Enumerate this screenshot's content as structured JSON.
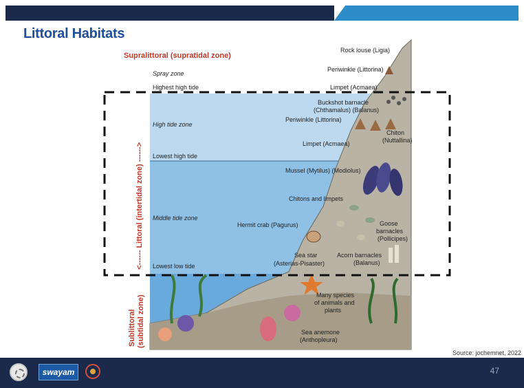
{
  "slide": {
    "title": "Littoral Habitats",
    "source": "Source: jochemnet, 2022",
    "page_number": "47",
    "footer_logo_text": "swayam"
  },
  "diagram": {
    "zones": {
      "supralittoral": "Supralittoral (supratidal zone)",
      "littoral": "<------ Littoral (intertidal zone) ------>",
      "sublittoral_line1": "Sublittoral",
      "sublittoral_line2": "(subtidal zone)"
    },
    "levels": {
      "spray_zone": "Spray zone",
      "highest_high_tide": "Highest high tide",
      "high_tide_zone": "High tide zone",
      "lowest_high_tide": "Lowest high tide",
      "middle_tide_zone": "Middle tide zone",
      "lowest_low_tide": "Lowest low tide"
    },
    "organisms": {
      "rock_louse": "Rock louse (Ligia)",
      "periwinkle_top": "Periwinkle (Littorina)",
      "limpet_top": "Limpet (Acmaea)",
      "buckshot_barnacle_1": "Buckshot barnacle",
      "buckshot_barnacle_2": "(Chthamalus) (Balanus)",
      "periwinkle_mid": "Periwinkle (Littorina)",
      "chiton_1": "Chiton",
      "chiton_2": "(Nuttallina)",
      "limpet_mid": "Limpet (Acmaea)",
      "mussel": "Mussel (Mytilus) (Modiolus)",
      "chitons_limpets": "Chitons and limpets",
      "hermit_crab": "Hermit crab (Pagurus)",
      "goose_1": "Goose",
      "goose_2": "barnacles",
      "goose_3": "(Pollicipes)",
      "sea_star_1": "Sea star",
      "sea_star_2": "(Asterias-Pisaster)",
      "acorn_1": "Acorn barnacles",
      "acorn_2": "(Balanus)",
      "many_species_1": "Many species",
      "many_species_2": "of animals and",
      "many_species_3": "plants",
      "anemone_1": "Sea anemone",
      "anemone_2": "(Anthopleura)"
    }
  },
  "colors": {
    "title": "#1f4e9b",
    "zone_label": "#c0392b",
    "high_tide_water": "#bcd9f0",
    "middle_tide_water": "#8fc1e6",
    "subtidal_water": "#6aa9dc",
    "rock": "#b9b3a6",
    "header_dark": "#1b2a4a",
    "header_blue": "#2e8dc8"
  }
}
